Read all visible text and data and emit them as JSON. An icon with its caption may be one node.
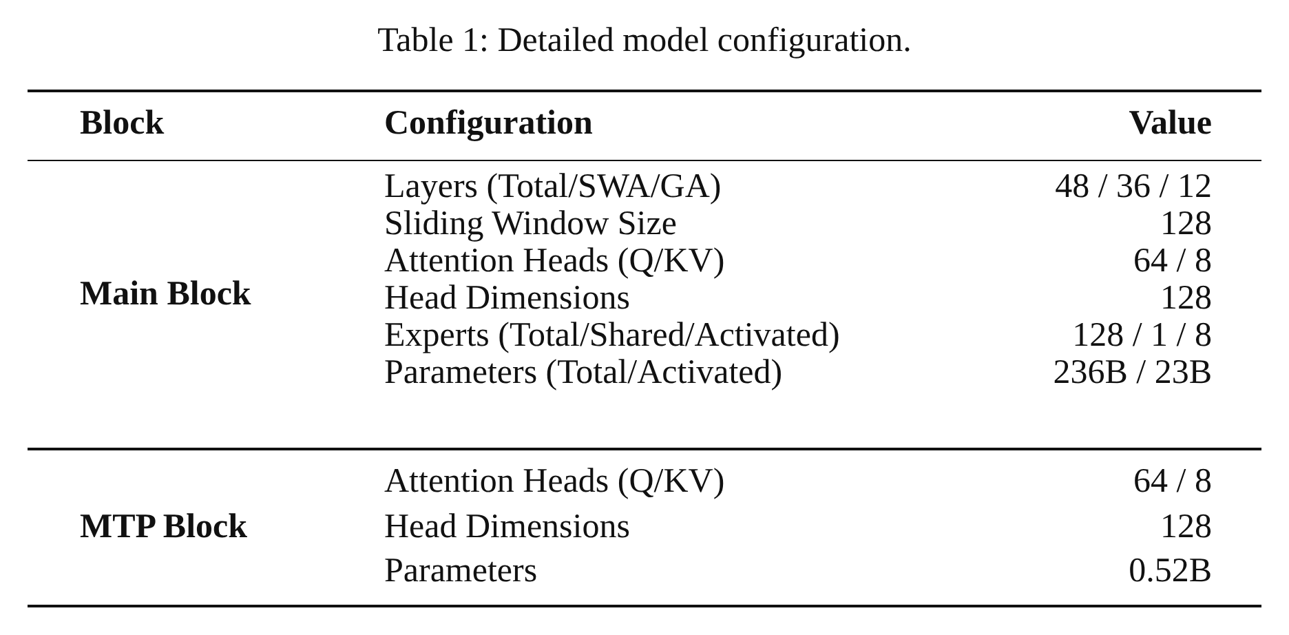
{
  "diagram": {
    "title": "Table 1: Detailed model configuration.",
    "labels": [
      "Block",
      "Configuration",
      "Value",
      "Main Block",
      "Layers (Total/SWA/GA)",
      "48 / 36 / 12",
      "Sliding Window Size",
      "128",
      "Attention Heads (Q/KV)",
      "64 / 8",
      "Head Dimensions",
      "128",
      "Experts (Total/Shared/Activated)",
      "128 / 1 / 8",
      "Parameters (Total/Activated)",
      "236B / 23B",
      "MTP Block",
      "Attention Heads (Q/KV)",
      "64 / 8",
      "Head Dimensions",
      "128",
      "Parameters",
      "0.52B"
    ]
  }
}
